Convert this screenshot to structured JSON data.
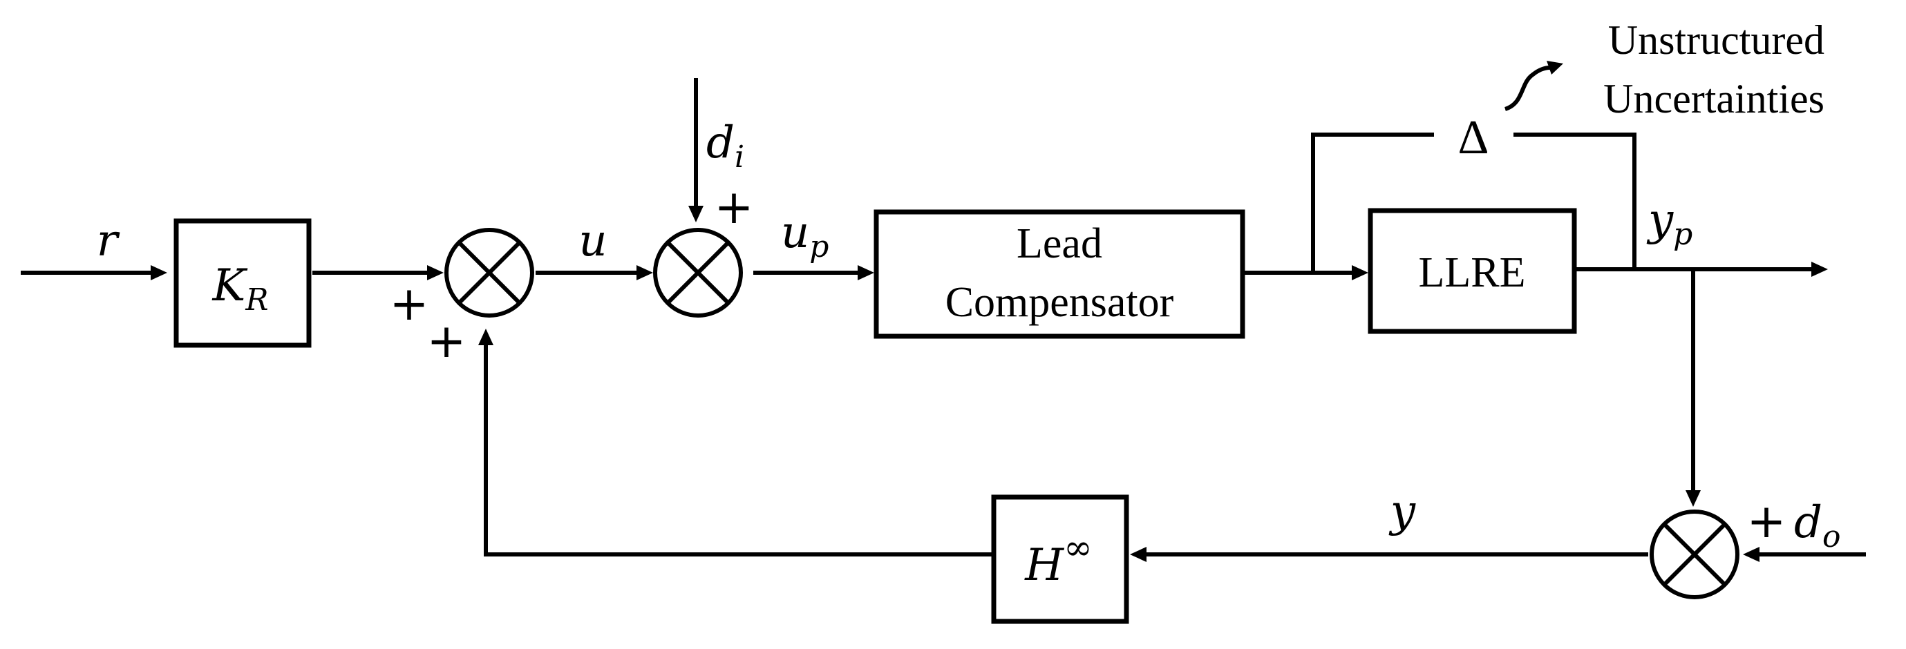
{
  "blocks": {
    "kr": {
      "symbol": "K",
      "subscript": "R"
    },
    "lead": {
      "line1": "Lead",
      "line2": "Compensator"
    },
    "llre": {
      "label": "LLRE"
    },
    "hinf": {
      "symbol": "H",
      "superscript": "∞"
    },
    "delta": {
      "label": "Δ"
    }
  },
  "signals": {
    "r": "r",
    "u": "u",
    "up": {
      "base": "u",
      "sub": "p"
    },
    "di": {
      "base": "d",
      "sub": "i"
    },
    "yp": {
      "base": "y",
      "sub": "p"
    },
    "y": "y",
    "do": {
      "base": "d",
      "sub": "o"
    }
  },
  "signs": {
    "sum1_ref": "+",
    "sum1_fb": "+",
    "sum2_di": "+",
    "sum3_do": "+"
  },
  "annotation": {
    "line1": "Unstructured",
    "line2": "Uncertainties"
  }
}
